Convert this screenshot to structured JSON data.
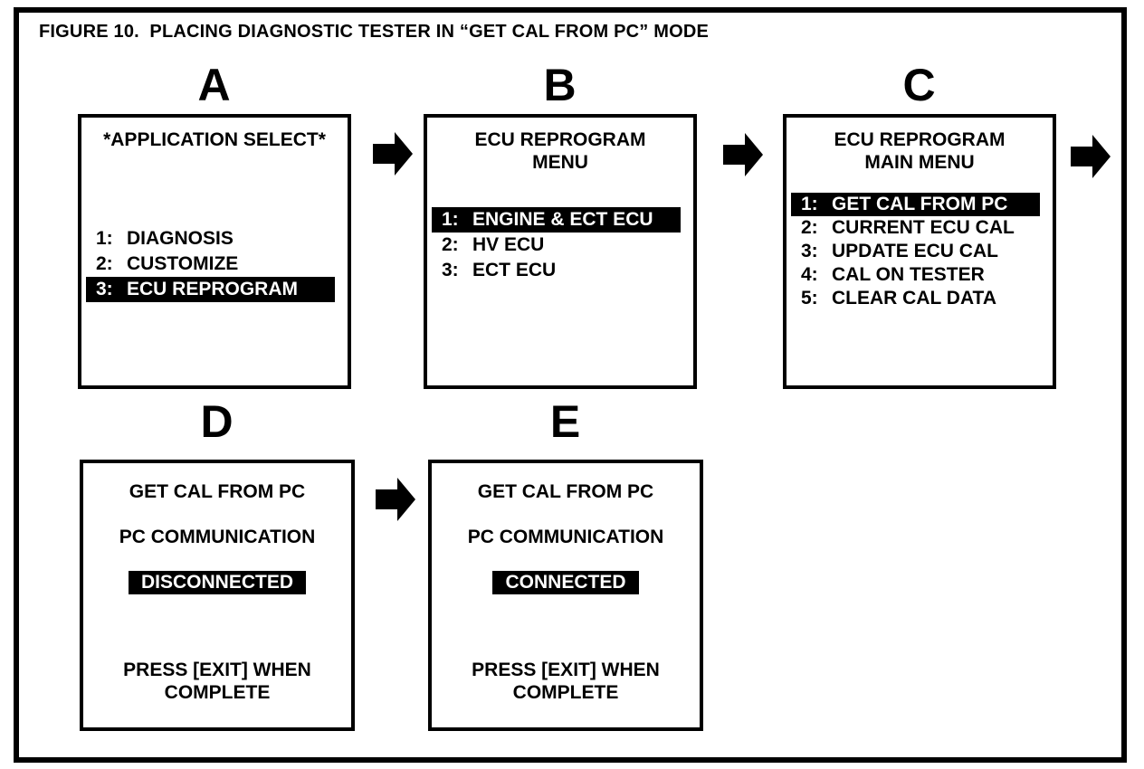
{
  "figure_title": "FIGURE 10.  PLACING DIAGNOSTIC TESTER IN “GET CAL FROM PC” MODE",
  "colors": {
    "ink": "#000000",
    "paper": "#ffffff",
    "highlight_bg": "#000000",
    "highlight_text": "#ffffff"
  },
  "steps": [
    {
      "label": "A",
      "screen": {
        "title_lines": [
          "*APPLICATION SELECT*"
        ],
        "menu": [
          {
            "num": "1:",
            "text": "DIAGNOSIS",
            "highlighted": false
          },
          {
            "num": "2:",
            "text": "CUSTOMIZE",
            "highlighted": false
          },
          {
            "num": "3:",
            "text": "ECU REPROGRAM",
            "highlighted": true
          }
        ]
      }
    },
    {
      "label": "B",
      "screen": {
        "title_lines": [
          "ECU REPROGRAM",
          "MENU"
        ],
        "menu": [
          {
            "num": "1:",
            "text": "ENGINE & ECT ECU",
            "highlighted": true
          },
          {
            "num": "2:",
            "text": "HV ECU",
            "highlighted": false
          },
          {
            "num": "3:",
            "text": "ECT ECU",
            "highlighted": false
          }
        ]
      }
    },
    {
      "label": "C",
      "screen": {
        "title_lines": [
          "ECU REPROGRAM",
          "MAIN MENU"
        ],
        "menu": [
          {
            "num": "1:",
            "text": "GET CAL FROM PC",
            "highlighted": true
          },
          {
            "num": "2:",
            "text": "CURRENT ECU CAL",
            "highlighted": false
          },
          {
            "num": "3:",
            "text": "UPDATE ECU CAL",
            "highlighted": false
          },
          {
            "num": "4:",
            "text": "CAL ON TESTER",
            "highlighted": false
          },
          {
            "num": "5:",
            "text": "CLEAR CAL DATA",
            "highlighted": false
          }
        ]
      }
    },
    {
      "label": "D",
      "screen": {
        "heading": "GET CAL FROM PC",
        "subheading": "PC COMMUNICATION",
        "status": "DISCONNECTED",
        "footer_lines": [
          "PRESS [EXIT] WHEN",
          "COMPLETE"
        ]
      }
    },
    {
      "label": "E",
      "screen": {
        "heading": "GET CAL FROM PC",
        "subheading": "PC COMMUNICATION",
        "status": "CONNECTED",
        "footer_lines": [
          "PRESS [EXIT] WHEN",
          "COMPLETE"
        ]
      }
    }
  ]
}
